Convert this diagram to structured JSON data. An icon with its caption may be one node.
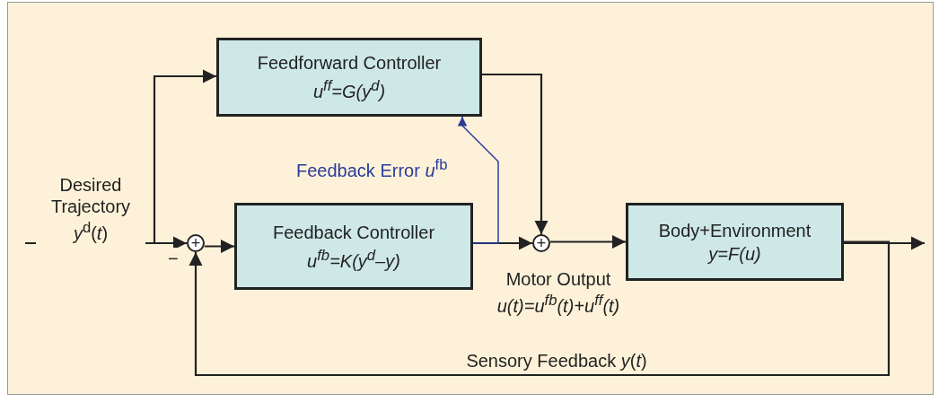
{
  "diagram": {
    "nodes": [
      {
        "text": [
          "Feedforward Controller",
          "u$^{ff}$=G(y$^{d}$)"
        ]
      },
      {
        "text": [
          "+"
        ],
        "beside": [
          "−"
        ]
      },
      {
        "text": [
          "Feedback Controller",
          "u$^{fb}$=K(y$^{d}$–y)"
        ]
      },
      {
        "text": [
          "+"
        ]
      },
      {
        "text": [
          "Body+Environment",
          "y=F(u)"
        ]
      }
    ],
    "edges": [
      {
        "from": null,
        "to": 1,
        "arrow": "to",
        "label": "Desired Trajectory *y*$^{d}$(*t*)"
      },
      {
        "from": null,
        "to": 0,
        "arrow": "to"
      },
      {
        "from": 1,
        "to": 2,
        "arrow": "to"
      },
      {
        "from": 2,
        "to": 3,
        "arrow": "to"
      },
      {
        "from": 0,
        "to": 3,
        "arrow": "to"
      },
      {
        "from": 3,
        "to": 4,
        "arrow": "to"
      },
      {
        "from": 4,
        "to": null,
        "arrow": "to"
      },
      {
        "from": 4,
        "to": 1,
        "arrow": "to",
        "label": "Sensory Feedback *y*(*t*)"
      },
      {
        "from": 2,
        "to": 0,
        "arrow": "to",
        "label": "Feedback Error *u*$^{fb}$",
        "color": "#2b3a9a"
      }
    ],
    "labels": [
      "Motor Output",
      "u(t)=u$^{fb}$(t)+u$^{ff}$(t)"
    ]
  }
}
